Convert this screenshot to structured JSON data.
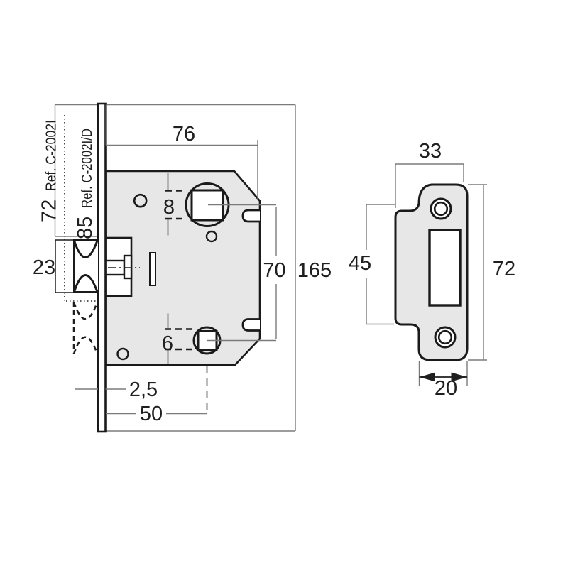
{
  "drawing": {
    "lock_body": {
      "dims": {
        "case_width": "76",
        "spindle_square": "8",
        "centre_distance": "70",
        "total_height": "165",
        "bolt_height": "23",
        "key_square": "6",
        "faceplate_thickness": "2,5",
        "backset": "50"
      },
      "refs": {
        "ref72_num": "72",
        "ref72_label": "Ref. C-2002I",
        "ref85_num": "85",
        "ref85_label": "Ref. C-2002I/D"
      }
    },
    "strike_plate": {
      "dims": {
        "width": "33",
        "flange_height": "45",
        "height": "72",
        "depth": "20"
      }
    },
    "colors": {
      "body_fill": "#e7e7e7",
      "line_dark": "#1a1a1a",
      "line_gray": "#7b7b7b"
    }
  }
}
